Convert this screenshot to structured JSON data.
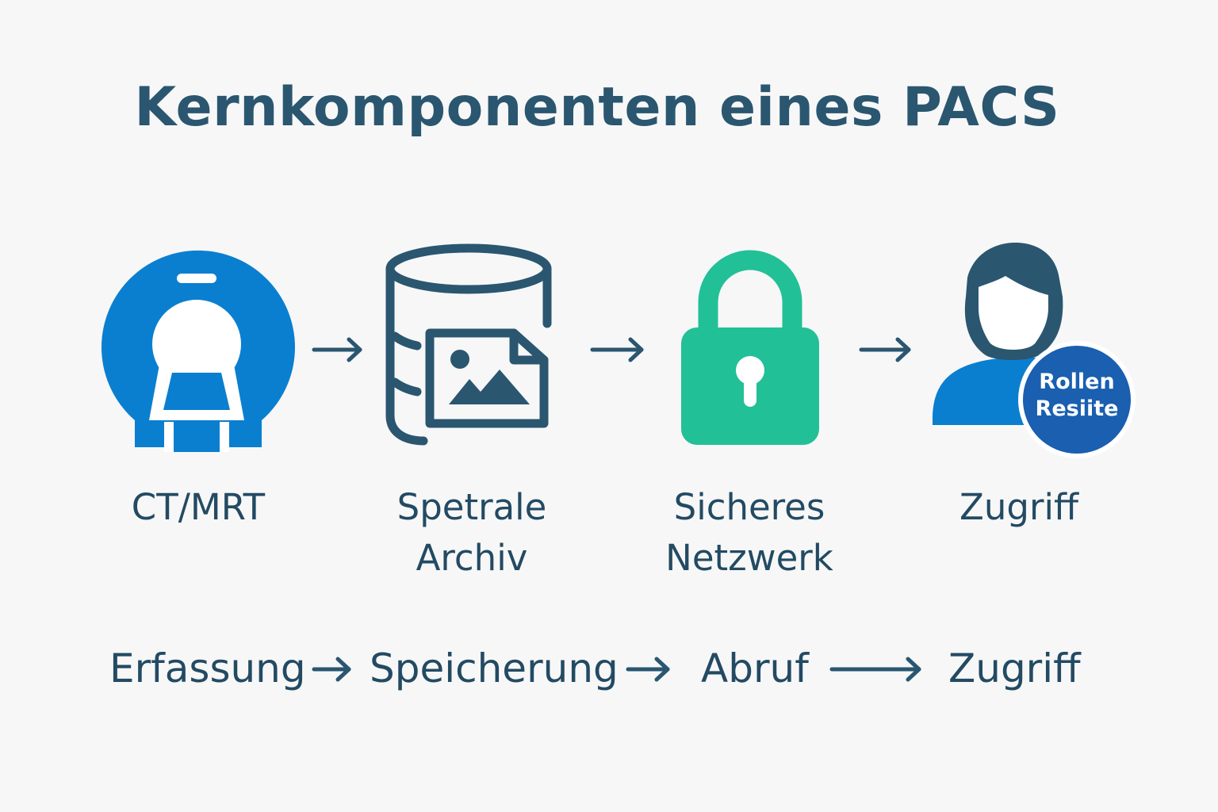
{
  "title": "Kernkomponenten eines PACS",
  "steps": [
    {
      "label": "CT/MRT",
      "icon": "ct-scanner-icon"
    },
    {
      "label": "Spetrale\nArchiv",
      "icon": "database-image-icon"
    },
    {
      "label": "Sicheres\nNetzwerk",
      "icon": "padlock-icon"
    },
    {
      "label": "Zugriff",
      "icon": "user-icon"
    }
  ],
  "badge": {
    "text": "Rollen\nResiite"
  },
  "flow": [
    "Erfassung",
    "Speicherung",
    "Abruf",
    "Zugriff"
  ],
  "colors": {
    "text": "#234a63",
    "scanner_blue": "#0a7fd0",
    "lock_green": "#22c096",
    "badge_blue": "#1a5fb0",
    "user_blue": "#0a7fd0"
  }
}
